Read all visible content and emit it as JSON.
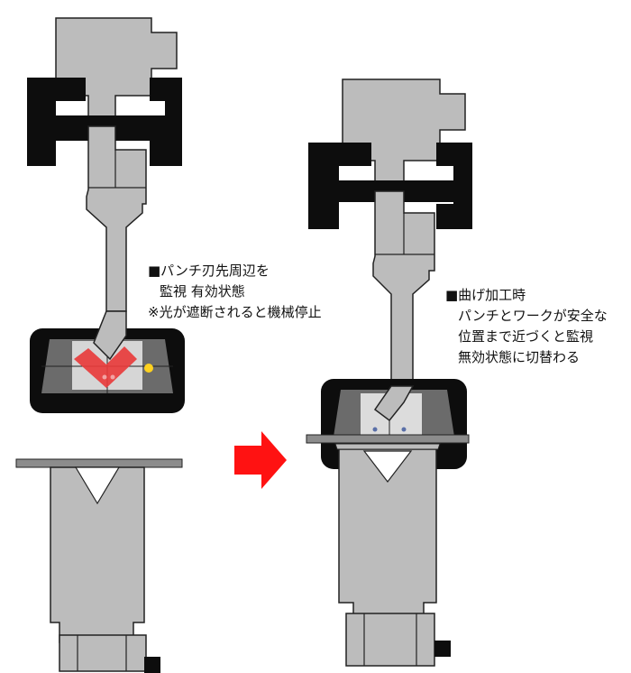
{
  "captions": {
    "left": {
      "line1": "■パンチ刃先周辺を",
      "line2": "監視 有効状態",
      "line3": "※光が遮断されると機械停止"
    },
    "right": {
      "line1": "■曲げ加工時",
      "line2": "パンチとワークが安全な",
      "line3": "位置まで近づくと監視",
      "line4": "無効状態に切替わる"
    }
  },
  "colors": {
    "tool_gray": "#bcbcbc",
    "outline": "#222222",
    "holder_black": "#0d0d0d",
    "sensor_window": "#6b6b6b",
    "sensor_inner": "#e9e9e9",
    "beam_red": "#e83c3c",
    "beam_spot": "#f2a3a3",
    "lamp_yellow": "#ffd21f",
    "arrow_red": "#ff1212",
    "sheet": "#8c8c8c"
  },
  "icons": {
    "transition": "right-arrow-icon",
    "indicator": "yellow-led-icon"
  }
}
